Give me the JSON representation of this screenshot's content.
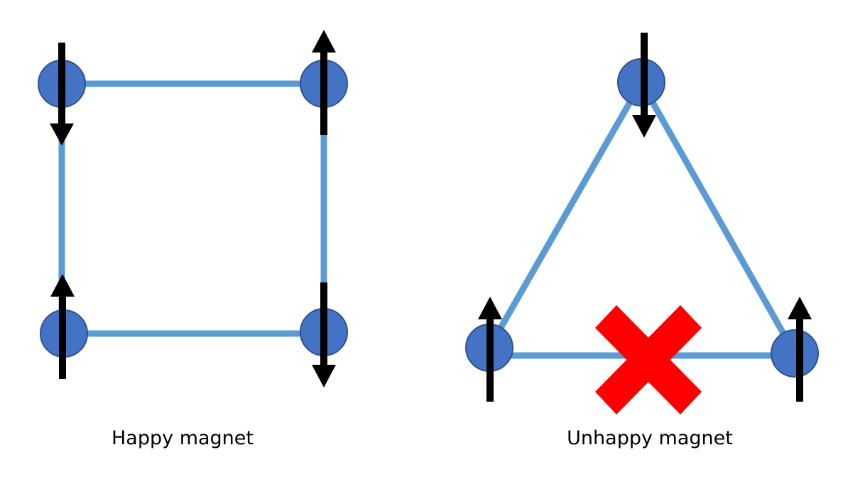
{
  "colors": {
    "bond": "#5B9BD5",
    "site_fill": "#4472C4",
    "site_stroke": "#2F528F",
    "spin": "#000000",
    "frustration_mark": "#FF0000",
    "background": "#FFFFFF"
  },
  "panels": [
    {
      "id": "square",
      "caption": "Happy magnet",
      "lattice": "square",
      "spins": [
        "down",
        "up",
        "up",
        "down"
      ],
      "satisfied": true
    },
    {
      "id": "triangle",
      "caption": "Unhappy magnet",
      "lattice": "triangle",
      "spins": [
        "down",
        "up",
        "up"
      ],
      "satisfied": false,
      "frustrated_bond_icon": "red-x-icon"
    }
  ]
}
